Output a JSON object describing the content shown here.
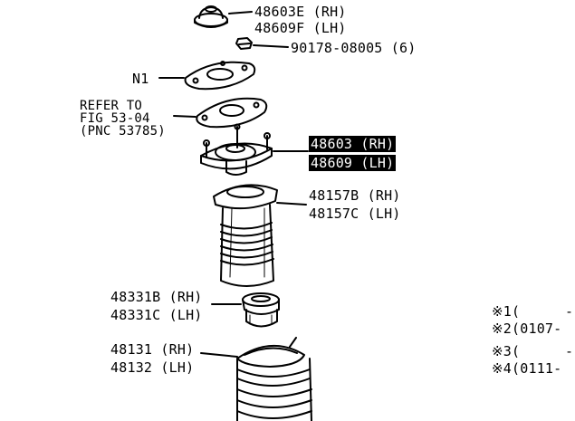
{
  "labels": {
    "p48603E": "48603E (RH)",
    "p48609F": "48609F (LH)",
    "p90178": "90178-08005 (6)",
    "n1": "N1",
    "refer1": "REFER TO",
    "refer2": "FIG 53-04",
    "refer3": "(PNC 53785)",
    "p48603": "48603 (RH)",
    "p48609": "48609 (LH)",
    "p48157B": "48157B (RH)",
    "p48157C": "48157C (LH)",
    "p48331B": "48331B (RH)",
    "p48331C": "48331C (LH)",
    "p48131": "48131 (RH)",
    "p48132": "48132 (LH)"
  },
  "notes": [
    {
      "mark": "※1",
      "text": "(",
      "dash": "-"
    },
    {
      "mark": "※2",
      "text": "(0107-",
      "dash": ""
    },
    {
      "mark": "※3",
      "text": "(",
      "dash": "-"
    },
    {
      "mark": "※4",
      "text": "(0111-",
      "dash": ""
    }
  ],
  "colors": {
    "ink": "#000000",
    "paper": "#ffffff"
  }
}
